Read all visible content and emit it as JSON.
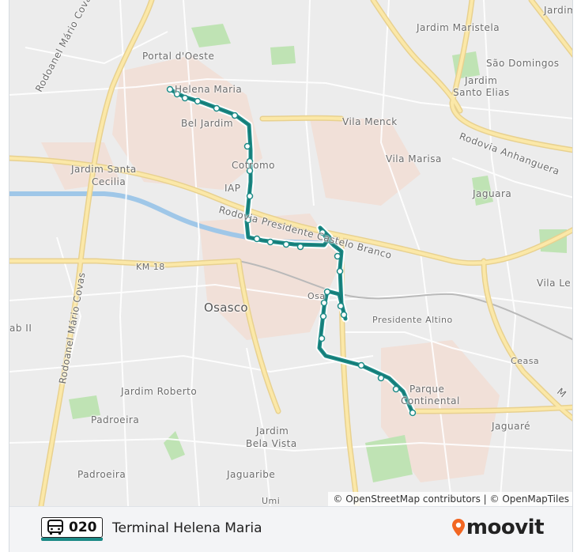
{
  "map": {
    "labels": {
      "portal_doeste": "Portal d'Oeste",
      "helena_maria": "Helena Maria",
      "bel_jardim": "Bel Jardim",
      "vila_menck": "Vila Menck",
      "jardim_maristela": "Jardim Maristela",
      "sao_domingos": "São Domingos",
      "jardim_santo_elias_1": "Jardim",
      "jardim_santo_elias_2": "Santo Elias",
      "jardim_santa_cecilia_1": "Jardim Santa",
      "jardim_santa_cecilia_2": "Cecilia",
      "cotromo": "Cotromo",
      "iap": "IAP",
      "vila_marisa": "Vila Marisa",
      "jaguara": "Jaguara",
      "jardim_top": "Jardim",
      "km18": "KM 18",
      "osasco": "Osasco",
      "vila_le": "Vila Le",
      "presidente_altino": "Presidente Altino",
      "ceasa": "Ceasa",
      "jardim_roberto": "Jardim Roberto",
      "parque_continental_1": "Parque",
      "parque_continental_2": "Continental",
      "padroeira_1": "Padroeira",
      "padroeira_2": "Padroeira",
      "jardim_bela_vista_1": "Jardim",
      "jardim_bela_vista_2": "Bela Vista",
      "jaguare": "Jaguaré",
      "jaguaribe": "Jaguaribe",
      "ab_ii": "ab II",
      "osa": "Osa",
      "umi": "Umi",
      "road_rodoanel_top": "Rodoanel Mário Covas",
      "road_rodoanel_left": "Rodoanel Mário Covas",
      "road_castelo_branco": "Rodovia Presidente Castelo Branco",
      "road_anhanguera": "Rodovia Anhanguera",
      "road_m": "M"
    },
    "attribution": "© OpenStreetMap contributors | © OpenMapTiles",
    "route_color": "#1b8a86"
  },
  "footer": {
    "route_number": "020",
    "route_name": "Terminal Helena Maria",
    "brand": "moovit",
    "brand_color": "#f26622"
  }
}
